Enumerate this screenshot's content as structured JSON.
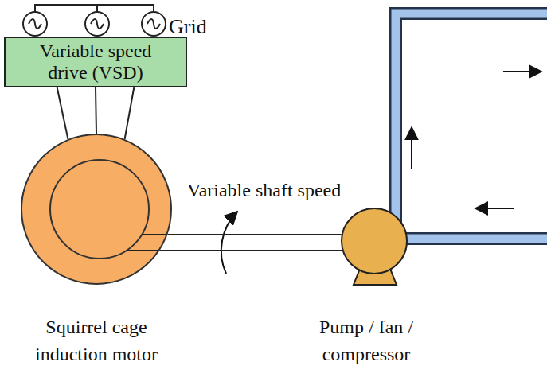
{
  "diagram": {
    "nodes": [
      {
        "text": [
          "Variable speed drive (VSD)"
        ]
      },
      {
        "text": [
          "Squirrel cage induction motor"
        ]
      },
      {
        "text": [
          "Pump / fan / compressor"
        ]
      }
    ],
    "edges": [
      {
        "from": 0,
        "to": 1,
        "arrow": "none"
      },
      {
        "from": 1,
        "to": 2,
        "label": "Variable shaft speed",
        "arrow": "none"
      }
    ],
    "labels": [
      "Grid"
    ]
  }
}
